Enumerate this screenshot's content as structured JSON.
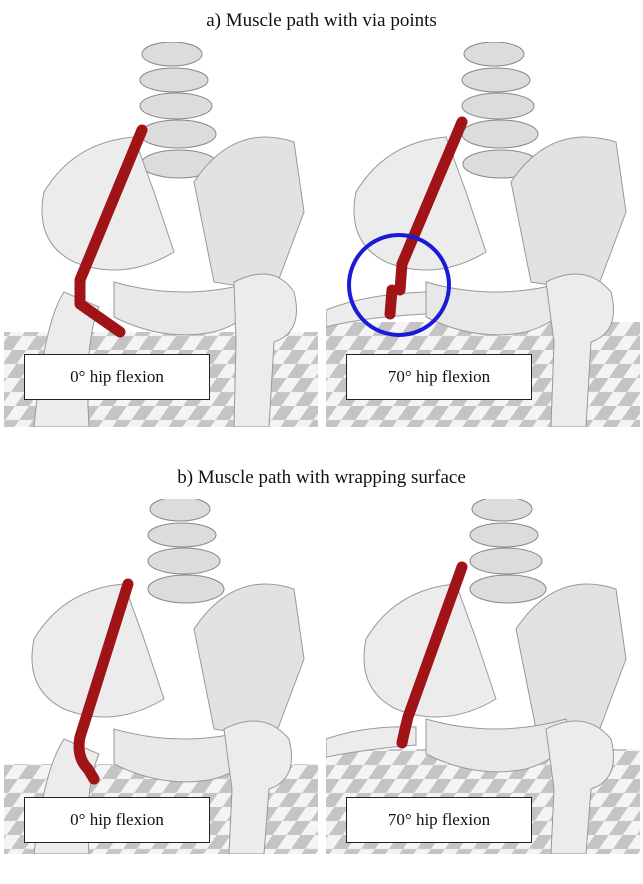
{
  "sections": [
    {
      "title": "a) Muscle path with via points",
      "panels": [
        {
          "caption": "0° hip flexion",
          "flexion_deg": 0,
          "via_point_highlight": false
        },
        {
          "caption": "70° hip flexion",
          "flexion_deg": 70,
          "via_point_highlight": true
        }
      ]
    },
    {
      "title": "b) Muscle path with wrapping surface",
      "panels": [
        {
          "caption": "0° hip flexion",
          "flexion_deg": 0,
          "via_point_highlight": false
        },
        {
          "caption": "70° hip flexion",
          "flexion_deg": 70,
          "via_point_highlight": false
        }
      ]
    }
  ],
  "colors": {
    "muscle": "#a01418",
    "highlight_circle": "#1a1ad8",
    "bone": "#e6e6e6",
    "floor_dark": "#c4c4c4",
    "floor_light": "#f4f4f4"
  }
}
